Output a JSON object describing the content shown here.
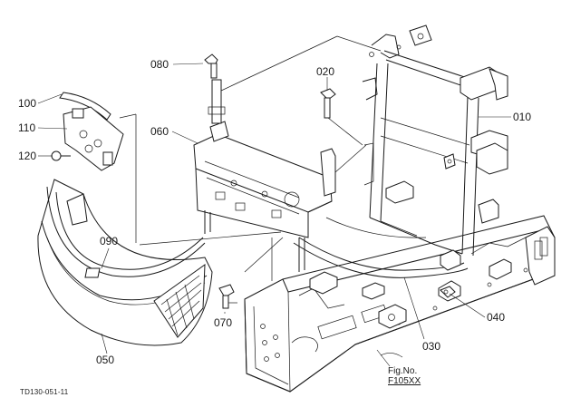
{
  "diagram": {
    "callouts": [
      {
        "id": "080",
        "text": "080"
      },
      {
        "id": "020",
        "text": "020"
      },
      {
        "id": "010",
        "text": "010"
      },
      {
        "id": "060",
        "text": "060"
      },
      {
        "id": "100",
        "text": "100"
      },
      {
        "id": "110",
        "text": "110"
      },
      {
        "id": "120",
        "text": "120"
      },
      {
        "id": "090",
        "text": "090"
      },
      {
        "id": "070",
        "text": "070"
      },
      {
        "id": "050",
        "text": "050"
      },
      {
        "id": "040",
        "text": "040"
      },
      {
        "id": "030",
        "text": "030"
      }
    ],
    "footer_code": "TD130-051-11",
    "reference": {
      "line1": "Fig.No.",
      "line2": "F105XX"
    }
  }
}
